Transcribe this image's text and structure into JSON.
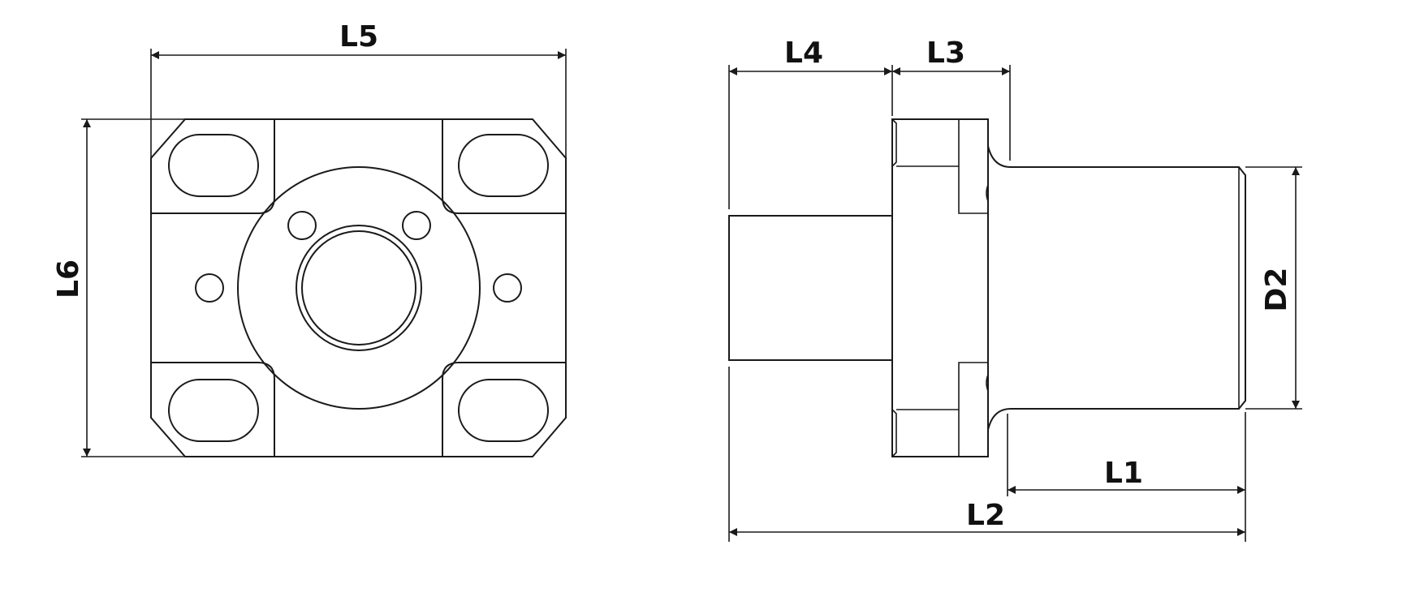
{
  "drawing": {
    "line_color": "#1a1a1a",
    "background": "#ffffff",
    "labels": {
      "l5": "L5",
      "l6": "L6",
      "l4": "L4",
      "l3": "L3",
      "d2": "D2",
      "l1": "L1",
      "l2": "L2"
    }
  }
}
